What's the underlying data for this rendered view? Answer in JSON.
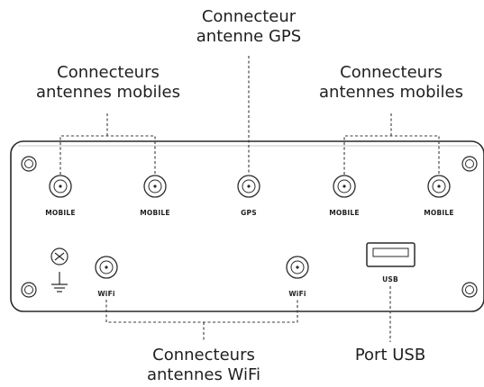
{
  "callouts": {
    "gps": {
      "line1": "Connecteur",
      "line2": "antenne GPS"
    },
    "mobile_left": {
      "line1": "Connecteurs",
      "line2": "antennes mobiles"
    },
    "mobile_right": {
      "line1": "Connecteurs",
      "line2": "antennes mobiles"
    },
    "wifi": {
      "line1": "Connecteurs",
      "line2": "antennes WiFi"
    },
    "usb": {
      "line1": "Port USB"
    }
  },
  "ports": {
    "mobile1": "MOBILE",
    "mobile2": "MOBILE",
    "gps": "GPS",
    "mobile3": "MOBILE",
    "mobile4": "MOBILE",
    "wifi1": "WiFi",
    "wifi2": "WiFi",
    "usb": "USB"
  },
  "colors": {
    "stroke": "#2a2a2a",
    "text": "#1f1f1f",
    "background": "#ffffff"
  }
}
